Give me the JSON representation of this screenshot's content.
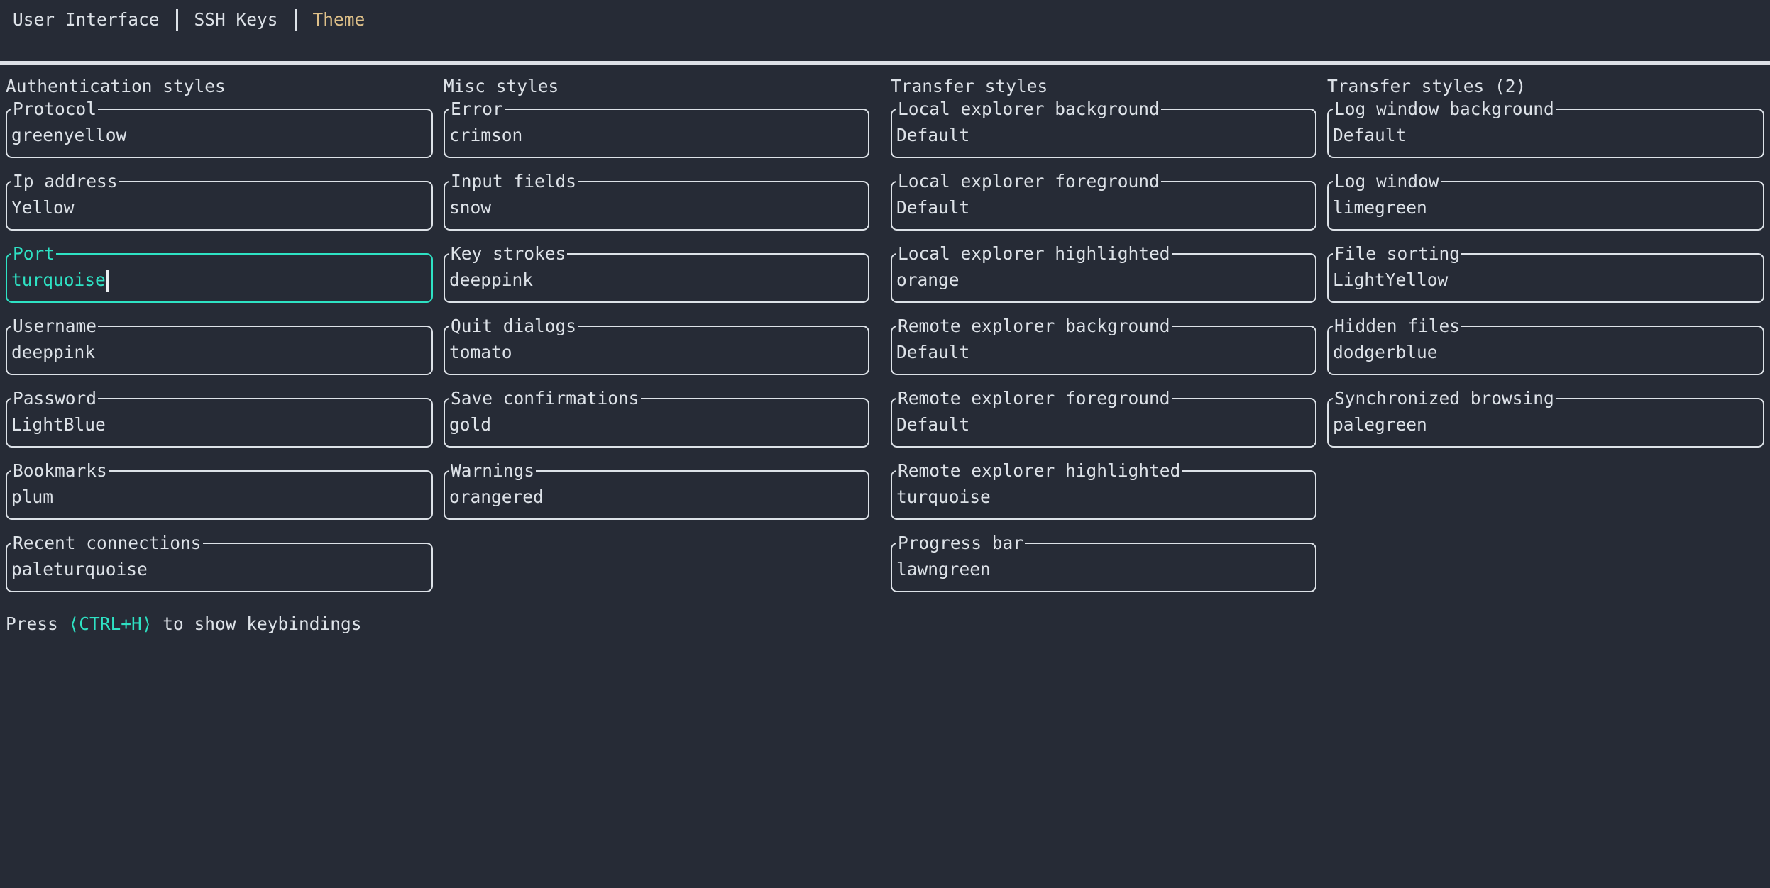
{
  "colors": {
    "background": "#262b36",
    "foreground": "#dde2e8",
    "accent_tab": "#dec089",
    "focus": "#2ee2c4",
    "cursor": "#eceff2"
  },
  "tabs": {
    "items": [
      {
        "label": "User Interface",
        "active": false
      },
      {
        "label": "SSH Keys",
        "active": false
      },
      {
        "label": "Theme",
        "active": true
      }
    ]
  },
  "sections": [
    {
      "title": "Authentication styles",
      "fields": [
        {
          "label": "Protocol",
          "value": "greenyellow",
          "focused": false
        },
        {
          "label": "Ip address",
          "value": "Yellow",
          "focused": false
        },
        {
          "label": "Port",
          "value": "turquoise",
          "focused": true
        },
        {
          "label": "Username",
          "value": "deeppink",
          "focused": false
        },
        {
          "label": "Password",
          "value": "LightBlue",
          "focused": false
        },
        {
          "label": "Bookmarks",
          "value": "plum",
          "focused": false
        },
        {
          "label": "Recent connections",
          "value": "paleturquoise",
          "focused": false
        }
      ]
    },
    {
      "title": "Misc styles",
      "fields": [
        {
          "label": "Error",
          "value": "crimson",
          "focused": false
        },
        {
          "label": "Input fields",
          "value": "snow",
          "focused": false
        },
        {
          "label": "Key strokes",
          "value": "deeppink",
          "focused": false
        },
        {
          "label": "Quit dialogs",
          "value": "tomato",
          "focused": false
        },
        {
          "label": "Save confirmations",
          "value": "gold",
          "focused": false
        },
        {
          "label": "Warnings",
          "value": "orangered",
          "focused": false
        }
      ]
    },
    {
      "title": "Transfer styles",
      "fields": [
        {
          "label": "Local explorer background",
          "value": "Default",
          "focused": false
        },
        {
          "label": "Local explorer foreground",
          "value": "Default",
          "focused": false
        },
        {
          "label": "Local explorer highlighted",
          "value": "orange",
          "focused": false
        },
        {
          "label": "Remote explorer background",
          "value": "Default",
          "focused": false
        },
        {
          "label": "Remote explorer foreground",
          "value": "Default",
          "focused": false
        },
        {
          "label": "Remote explorer highlighted",
          "value": "turquoise",
          "focused": false
        },
        {
          "label": "Progress bar",
          "value": "lawngreen",
          "focused": false
        }
      ]
    },
    {
      "title": "Transfer styles (2)",
      "fields": [
        {
          "label": "Log window background",
          "value": "Default",
          "focused": false
        },
        {
          "label": "Log window",
          "value": "limegreen",
          "focused": false
        },
        {
          "label": "File sorting",
          "value": "LightYellow",
          "focused": false
        },
        {
          "label": "Hidden files",
          "value": "dodgerblue",
          "focused": false
        },
        {
          "label": "Synchronized browsing",
          "value": "palegreen",
          "focused": false
        }
      ]
    }
  ],
  "footer": {
    "prefix": "Press ",
    "key": "⟨CTRL+H⟩",
    "suffix": " to show keybindings"
  }
}
